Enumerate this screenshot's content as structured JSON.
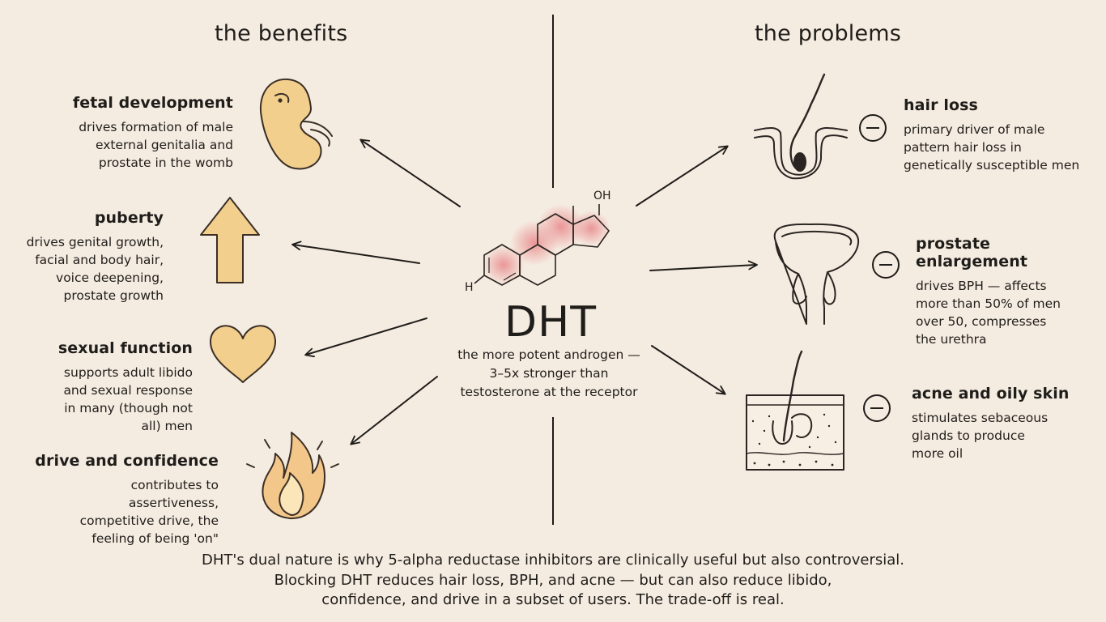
{
  "columns": {
    "benefits_title": "the benefits",
    "problems_title": "the problems"
  },
  "center": {
    "title": "DHT",
    "description": "the more potent androgen —\n3–5x stronger than\ntestosterone at the receptor",
    "molecule_label_oh": "OH",
    "molecule_label_h": "H"
  },
  "benefits": [
    {
      "heading": "fetal development",
      "text": "drives formation of male\nexternal genitalia and\nprostate in the womb",
      "icon": "fetus-icon"
    },
    {
      "heading": "puberty",
      "text": "drives genital growth,\nfacial and body hair,\nvoice deepening,\nprostate growth",
      "icon": "arrow-up-icon"
    },
    {
      "heading": "sexual function",
      "text": "supports adult libido\nand sexual response\nin many (though not\nall) men",
      "icon": "heart-icon"
    },
    {
      "heading": "drive and confidence",
      "text": "contributes to\nassertiveness,\ncompetitive drive, the\nfeeling of being 'on\"",
      "icon": "flame-icon"
    }
  ],
  "problems": [
    {
      "heading": "hair loss",
      "text": "primary driver of male\npattern hair loss in\ngenetically susceptible men",
      "icon": "hair-follicle-icon",
      "sign": "minus-icon"
    },
    {
      "heading": "prostate enlargement",
      "text": "drives BPH — affects\nmore than 50% of men\nover 50, compresses\nthe urethra",
      "icon": "prostate-icon",
      "sign": "minus-icon"
    },
    {
      "heading": "acne and oily skin",
      "text": "stimulates sebaceous\nglands to produce\nmore oil",
      "icon": "sebaceous-gland-icon",
      "sign": "minus-icon"
    }
  ],
  "footer": {
    "text": "DHT's dual nature is why 5-alpha reductase inhibitors are clinically useful but also controversial.\nBlocking DHT reduces hair loss, BPH, and acne — but can also reduce libido,\nconfidence, and drive in a subset of users. The trade-off is real."
  },
  "colors": {
    "background": "#f5ece1",
    "ink": "#1f1d1a",
    "benefit_fill": "#f3cf8e",
    "molecule_highlight": "#e8878a"
  }
}
